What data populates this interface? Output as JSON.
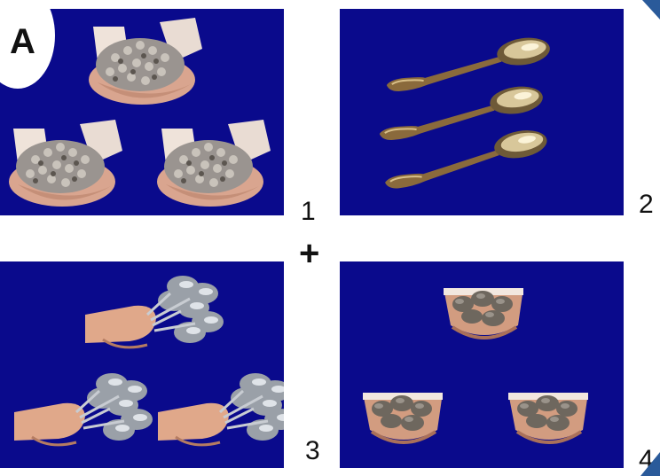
{
  "figure": {
    "label": "A",
    "operator": "+",
    "panels": [
      {
        "number": "1",
        "content": "pebble-handfuls"
      },
      {
        "number": "2",
        "content": "spoons"
      },
      {
        "number": "3",
        "content": "spoon-bunches"
      },
      {
        "number": "4",
        "content": "stone-handfuls"
      }
    ]
  },
  "colors": {
    "panel_background": "#0a0a8c",
    "accent": "#2a5a9a"
  }
}
